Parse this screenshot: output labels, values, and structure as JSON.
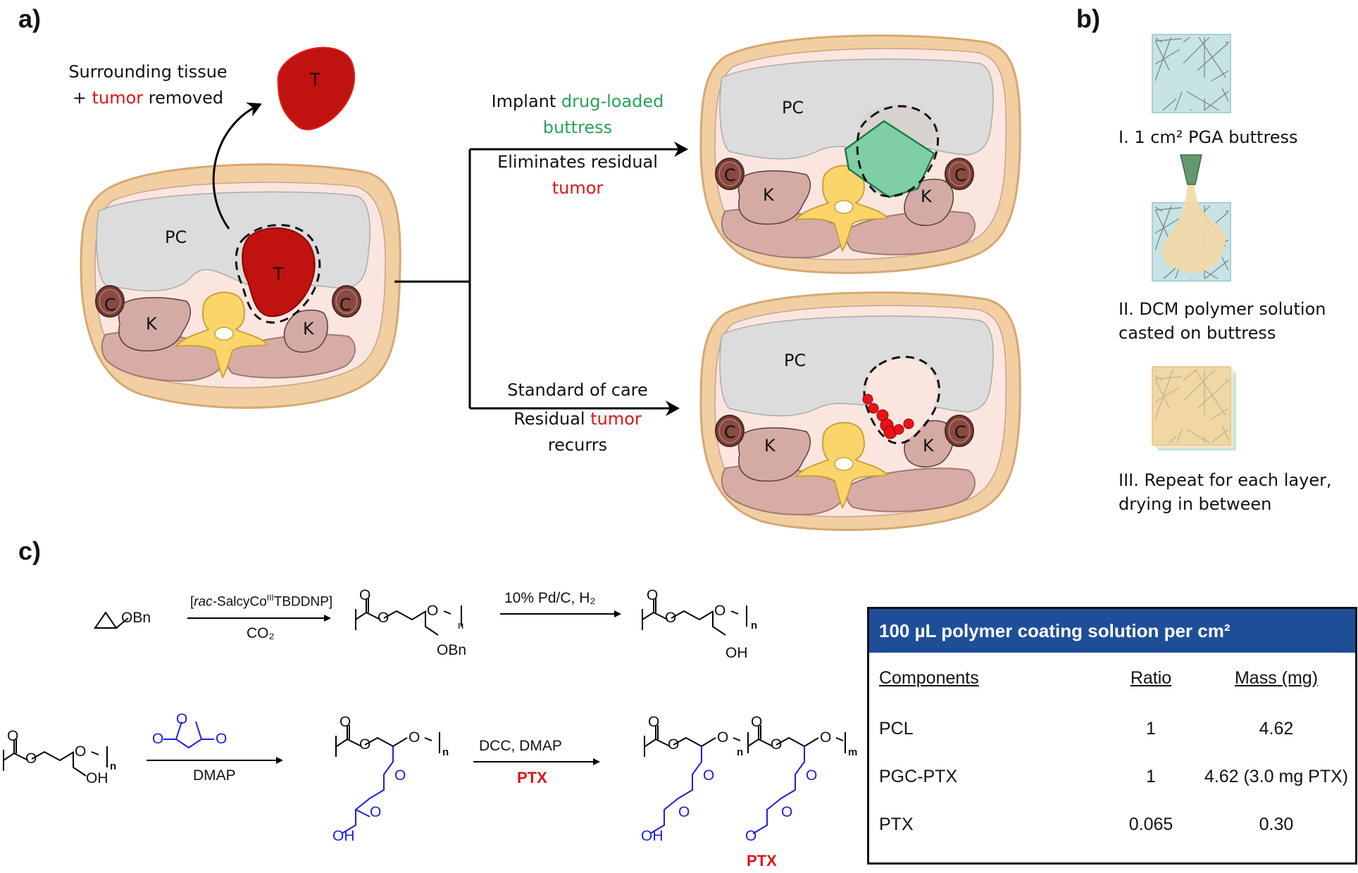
{
  "panels": {
    "a": "a)",
    "b": "b)",
    "c": "c)"
  },
  "panel_a": {
    "removed_line1": "Surrounding tissue",
    "removed_plus": "+ ",
    "removed_tumor": "tumor",
    "removed_rest": " removed",
    "top_line1_pre": "Implant ",
    "top_line1_green": "drug-loaded",
    "top_line2_green": "buttress",
    "top_line3": "Eliminates residual",
    "top_line4_red": "tumor",
    "bottom_line1": "Standard of care",
    "bottom_line2_pre": "Residual ",
    "bottom_line2_red": "tumor",
    "bottom_line3": "recurrs",
    "labels": {
      "pc": "PC",
      "t": "T",
      "c": "C",
      "k": "K"
    }
  },
  "panel_b": {
    "step1": "I. 1 cm² PGA buttress",
    "step2_line1": "II. DCM polymer solution",
    "step2_line2": "casted on buttress",
    "step3_line1": "III. Repeat for each layer,",
    "step3_line2": "drying in between"
  },
  "panel_c": {
    "obn": "OBn",
    "cat_prefix": "[",
    "cat_italic": "rac",
    "cat_mid": "-SalcyCo",
    "cat_sup": "III",
    "cat_suffix": "TBDDNP]",
    "co2": "CO₂",
    "pdc": "10% Pd/C, H₂",
    "dmap": "DMAP",
    "dcc": "DCC, DMAP",
    "ptx": "PTX",
    "oh": "OH",
    "o": "O",
    "n": "n",
    "m": "m"
  },
  "table": {
    "title": "100 µL polymer coating solution per cm²",
    "headers": [
      "Components",
      "Ratio",
      "Mass (mg)"
    ],
    "rows": [
      [
        "PCL",
        "1",
        "4.62"
      ],
      [
        "PGC-PTX",
        "1",
        "4.62 (3.0 mg PTX)"
      ],
      [
        "PTX",
        "0.065",
        "0.30"
      ]
    ]
  },
  "colors": {
    "tumor": "#c0120f",
    "skin": "#f2cfa2",
    "tissue": "#fbe6df",
    "pc": "#dcdcdc",
    "kidney": "#d4aaa4",
    "colon": "#7b3e35",
    "spine": "#fcd56a",
    "muscle": "#d8aca6",
    "buttress": "#7fcea4",
    "table_header": "#1f4e99",
    "blue": "#1d20e0",
    "red": "#e01414",
    "green": "#27a35a"
  }
}
